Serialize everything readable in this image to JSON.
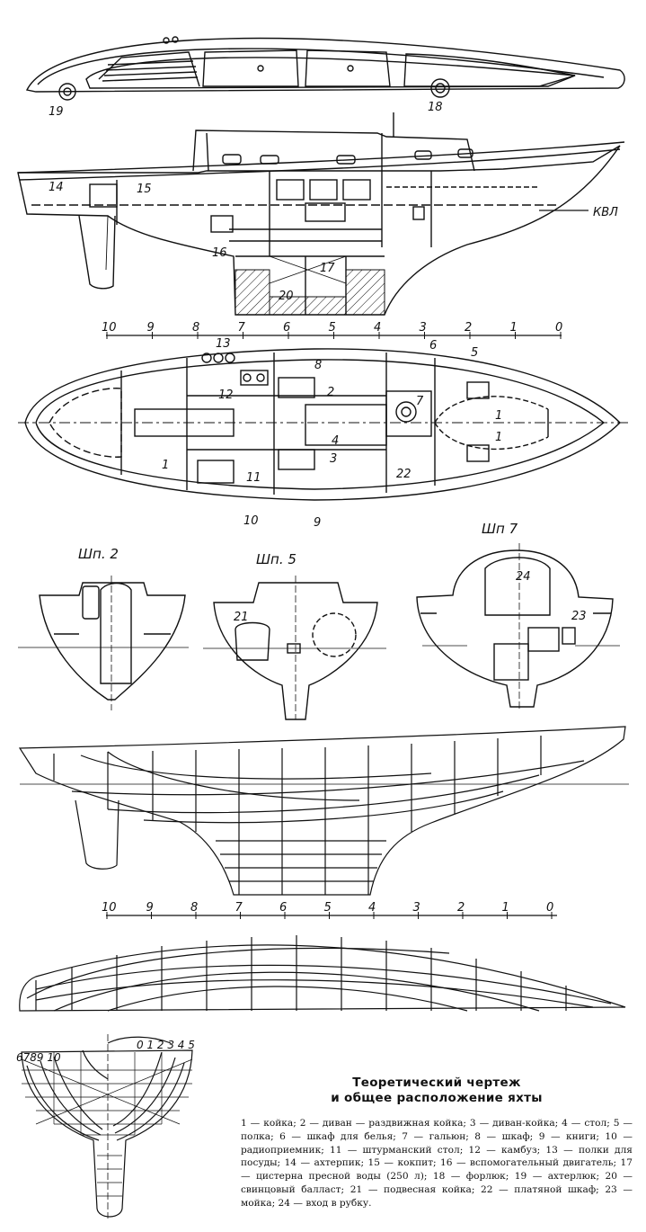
{
  "labels": {
    "n1a": "1",
    "n1b": "1",
    "n1c": "1",
    "n2": "2",
    "n3": "3",
    "n4": "4",
    "n5": "5",
    "n6": "6",
    "n7": "7",
    "n8": "8",
    "n9": "9",
    "n10": "10",
    "n11": "11",
    "n12": "12",
    "n13": "13",
    "n14": "14",
    "n15": "15",
    "n16": "16",
    "n17": "17",
    "n18": "18",
    "n19": "19",
    "n20": "20",
    "n21": "21",
    "n22": "22",
    "n23": "23",
    "n24": "24",
    "kvl": "КВЛ"
  },
  "scale_top": [
    "10",
    "9",
    "8",
    "7",
    "6",
    "5",
    "4",
    "3",
    "2",
    "1",
    "0"
  ],
  "scale_bottom": [
    "10",
    "9",
    "8",
    "7",
    "6",
    "5",
    "4",
    "3",
    "2",
    "1",
    "0"
  ],
  "sections": {
    "s2": "Шп. 2",
    "s5": "Шп. 5",
    "s7": "Шп 7"
  },
  "body_plan": {
    "left_numbers": "6789 10",
    "right_numbers": "0  1  2 3 4 5"
  },
  "caption": {
    "title_line1": "Теоретический чертеж",
    "title_line2": "и общее расположение яхты",
    "legend": "1 — койка; 2 — диван — раздвижная койка; 3 — диван-койка; 4 — стол; 5 — полка; 6 — шкаф для белья; 7 — гальюн; 8 — шкаф; 9 — книги; 10 — радиоприемник; 11 — штурманский стол; 12 — камбуз; 13 — полки для посуды; 14 — ахтерпик; 15 — кокпит; 16 — вспомогательный двигатель; 17 — цистерна пресной воды (250 л); 18 — форлюк; 19 — ахтерлюк; 20 — свинцовый балласт; 21 — подвесная койка; 22 — платяной шкаф; 23 — мойка; 24 — вход в рубку."
  }
}
